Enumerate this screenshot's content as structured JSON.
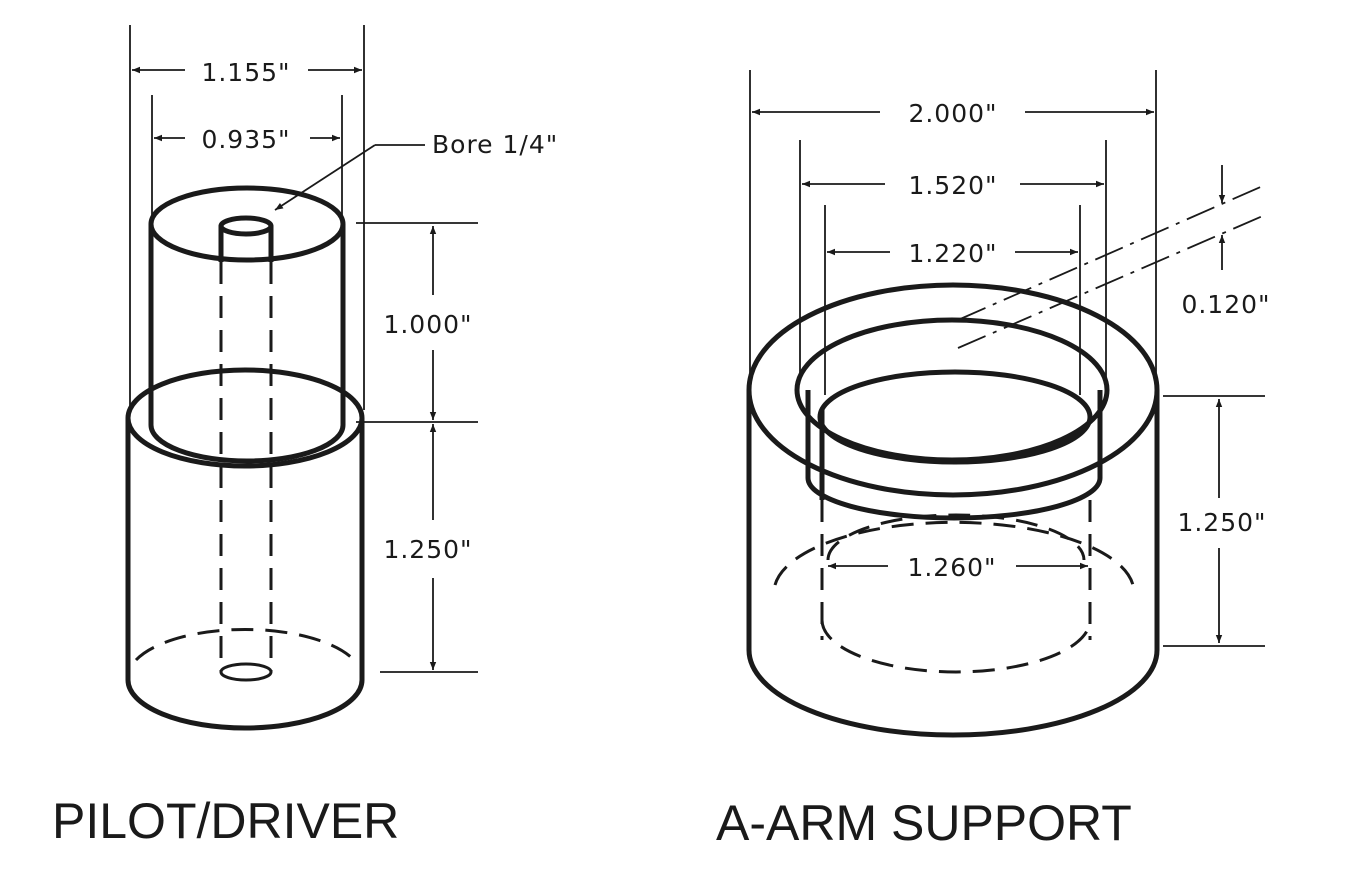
{
  "parts": [
    {
      "title": "PILOT/DRIVER",
      "dimensions": {
        "outer_diameter": "1.155\"",
        "pilot_diameter": "0.935\"",
        "bore": "Bore 1/4\"",
        "pilot_height": "1.000\"",
        "body_height": "1.250\""
      }
    },
    {
      "title": "A-ARM SUPPORT",
      "dimensions": {
        "outer_diameter": "2.000\"",
        "counterbore_diameter": "1.520\"",
        "inner_diameter": "1.220\"",
        "wall_thickness": "0.120\"",
        "height": "1.250\"",
        "bottom_bore": "1.260\""
      }
    }
  ],
  "colors": {
    "ink": "#1a1a1a",
    "paper": "#ffffff"
  }
}
